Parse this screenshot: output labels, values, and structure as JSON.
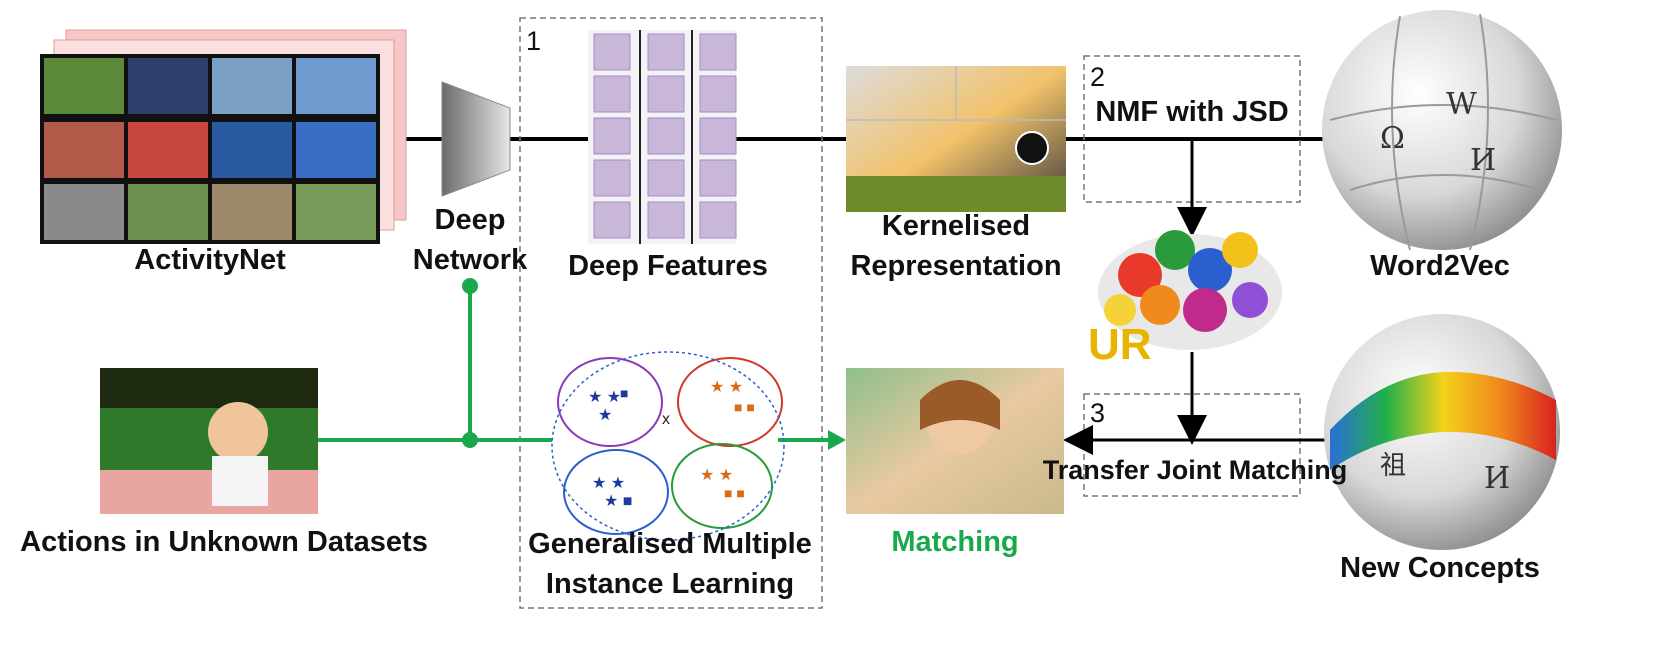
{
  "labels": {
    "activitynet": "ActivityNet",
    "deep_network_line1": "Deep",
    "deep_network_line2": "Network",
    "deep_features": "Deep Features",
    "kernelised_line1": "Kernelised",
    "kernelised_line2": "Representation",
    "word2vec": "Word2Vec",
    "nmf_jsd": "NMF with JSD",
    "ur": "UR",
    "actions_unknown": "Actions in Unknown Datasets",
    "gmil_line1": "Generalised Multiple",
    "gmil_line2": "Instance Learning",
    "matching": "Matching",
    "transfer_joint": "Transfer Joint Matching",
    "new_concepts": "New Concepts"
  },
  "step_numbers": {
    "s1": "1",
    "s2": "2",
    "s3": "3"
  },
  "colors": {
    "green": "#1aa84c",
    "ur_gold": "#e8b400",
    "matching_text": "#1aa84c",
    "black": "#000000"
  },
  "icons": {
    "activitynet": "video-frame-grid-icon",
    "deep_network": "funnel-network-icon",
    "deep_features": "feature-map-grid-icon",
    "kernelised": "puzzle-photo-icon",
    "word2vec": "puzzle-globe-icon",
    "ur": "puzzle-pile-icon",
    "unknown": "child-photo-icon",
    "gmil": "clustered-bags-icon",
    "matching": "puzzle-child-photo-icon",
    "new_concepts": "rainbow-puzzle-globe-icon"
  }
}
